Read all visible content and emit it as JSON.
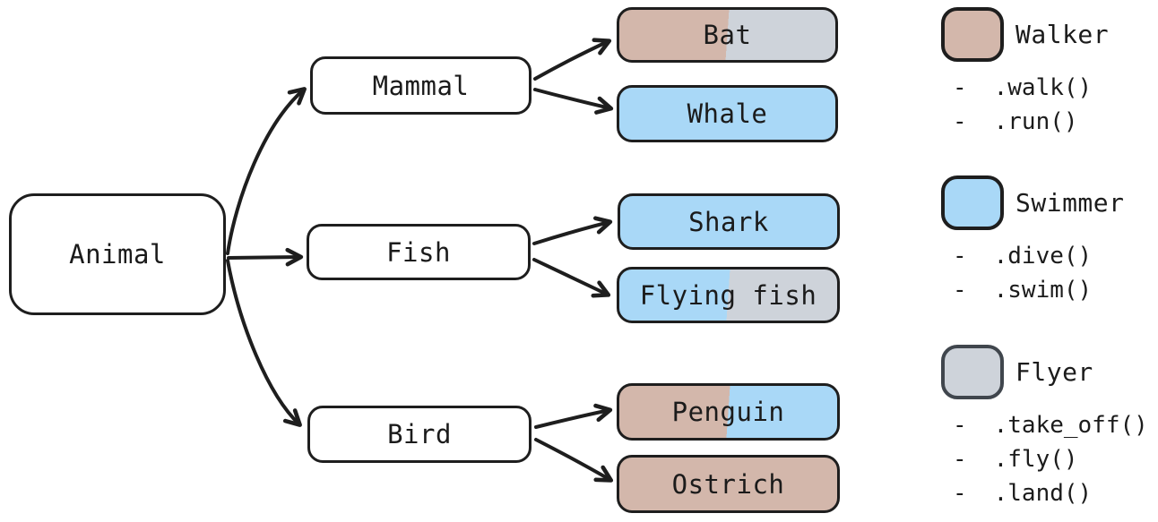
{
  "colors": {
    "walker": "#d3b7ab",
    "swimmer": "#a9d8f7",
    "flyer": "#ced3da",
    "stroke": "#1e1e1e",
    "flyer_swatch_border": "#40464d",
    "background": "#ffffff"
  },
  "tree": {
    "root": {
      "label": "Animal"
    },
    "branches": [
      {
        "label": "Mammal",
        "children": [
          {
            "label": "Bat",
            "roles": [
              "walker",
              "flyer"
            ]
          },
          {
            "label": "Whale",
            "roles": [
              "swimmer"
            ]
          }
        ]
      },
      {
        "label": "Fish",
        "children": [
          {
            "label": "Shark",
            "roles": [
              "swimmer"
            ]
          },
          {
            "label": "Flying fish",
            "roles": [
              "swimmer",
              "flyer"
            ]
          }
        ]
      },
      {
        "label": "Bird",
        "children": [
          {
            "label": "Penguin",
            "roles": [
              "walker",
              "swimmer"
            ]
          },
          {
            "label": "Ostrich",
            "roles": [
              "walker"
            ]
          }
        ]
      }
    ]
  },
  "legend": [
    {
      "name": "Walker",
      "role": "walker",
      "methods": [
        "- .walk()",
        "- .run()"
      ]
    },
    {
      "name": "Swimmer",
      "role": "swimmer",
      "methods": [
        "- .dive()",
        "- .swim()"
      ]
    },
    {
      "name": "Flyer",
      "role": "flyer",
      "methods": [
        "- .take_off()",
        "- .fly()",
        "- .land()"
      ]
    }
  ]
}
